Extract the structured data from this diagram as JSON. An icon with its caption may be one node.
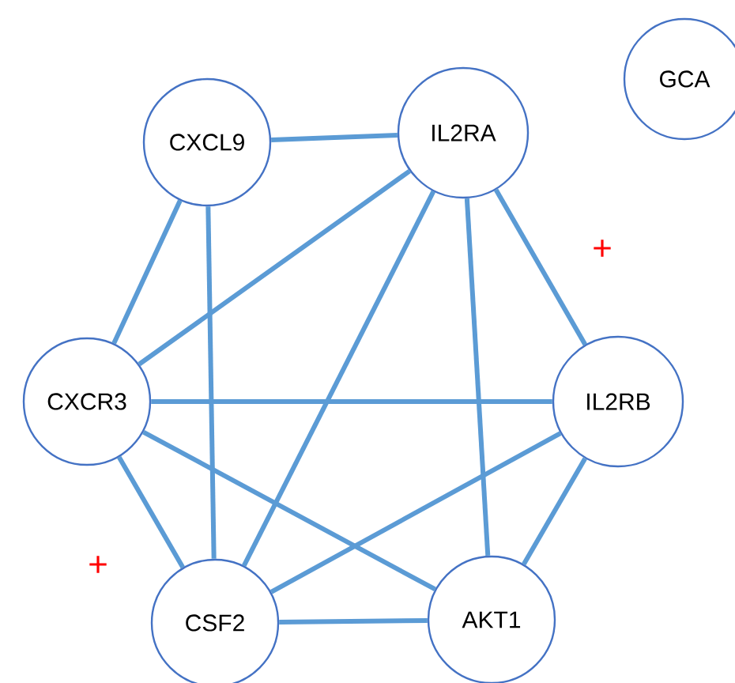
{
  "diagram": {
    "nodes": [
      {
        "text": [
          "CXCL9"
        ]
      },
      {
        "text": [
          "IL2RA"
        ]
      },
      {
        "text": [
          "GCA"
        ]
      },
      {
        "text": [
          "CXCR3"
        ]
      },
      {
        "text": [
          "IL2RB"
        ]
      },
      {
        "text": [
          "CSF2"
        ]
      },
      {
        "text": [
          "AKT1"
        ]
      }
    ],
    "edges": [
      {
        "from": 0,
        "to": 1,
        "arrow": "none"
      },
      {
        "from": 0,
        "to": 3,
        "arrow": "none"
      },
      {
        "from": 0,
        "to": 5,
        "arrow": "none"
      },
      {
        "from": 1,
        "to": 3,
        "arrow": "none"
      },
      {
        "from": 1,
        "to": 5,
        "arrow": "none"
      },
      {
        "from": 1,
        "to": 6,
        "arrow": "none"
      },
      {
        "from": 1,
        "to": 4,
        "arrow": "none"
      },
      {
        "from": 3,
        "to": 4,
        "arrow": "none"
      },
      {
        "from": 3,
        "to": 6,
        "arrow": "none"
      },
      {
        "from": 3,
        "to": 5,
        "arrow": "none"
      },
      {
        "from": 4,
        "to": 5,
        "arrow": "none"
      },
      {
        "from": 4,
        "to": 6,
        "arrow": "none"
      },
      {
        "from": 5,
        "to": 6,
        "arrow": "none"
      }
    ],
    "labels": [
      "+",
      "+"
    ]
  }
}
